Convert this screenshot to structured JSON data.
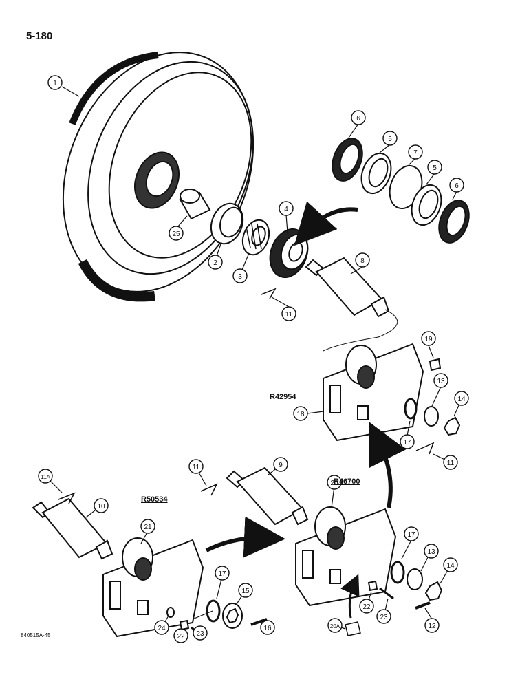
{
  "page": {
    "number": "5-180",
    "figure_code": "840515A-45"
  },
  "colors": {
    "ink": "#111111",
    "paper": "#ffffff"
  },
  "callouts": [
    {
      "id": "c1",
      "label": "1"
    },
    {
      "id": "c2",
      "label": "2"
    },
    {
      "id": "c3",
      "label": "3"
    },
    {
      "id": "c4",
      "label": "4"
    },
    {
      "id": "c5a",
      "label": "5"
    },
    {
      "id": "c5b",
      "label": "5"
    },
    {
      "id": "c6a",
      "label": "6"
    },
    {
      "id": "c6b",
      "label": "6"
    },
    {
      "id": "c7",
      "label": "7"
    },
    {
      "id": "c8",
      "label": "8"
    },
    {
      "id": "c9",
      "label": "9"
    },
    {
      "id": "c10",
      "label": "10"
    },
    {
      "id": "c11a",
      "label": "11"
    },
    {
      "id": "c11b",
      "label": "11"
    },
    {
      "id": "c11c",
      "label": "11"
    },
    {
      "id": "c11A",
      "label": "11A"
    },
    {
      "id": "c12",
      "label": "12"
    },
    {
      "id": "c13a",
      "label": "13"
    },
    {
      "id": "c13b",
      "label": "13"
    },
    {
      "id": "c14a",
      "label": "14"
    },
    {
      "id": "c14b",
      "label": "14"
    },
    {
      "id": "c15",
      "label": "15"
    },
    {
      "id": "c16",
      "label": "16"
    },
    {
      "id": "c17a",
      "label": "17"
    },
    {
      "id": "c17b",
      "label": "17"
    },
    {
      "id": "c17c",
      "label": "17"
    },
    {
      "id": "c18",
      "label": "18"
    },
    {
      "id": "c19",
      "label": "19"
    },
    {
      "id": "c20",
      "label": "20"
    },
    {
      "id": "c20A",
      "label": "20A"
    },
    {
      "id": "c21",
      "label": "21"
    },
    {
      "id": "c22a",
      "label": "22"
    },
    {
      "id": "c22b",
      "label": "22"
    },
    {
      "id": "c23a",
      "label": "23"
    },
    {
      "id": "c23b",
      "label": "23"
    },
    {
      "id": "c24",
      "label": "24"
    },
    {
      "id": "c25",
      "label": "25"
    }
  ],
  "reference_labels": {
    "r42954": "R42954",
    "r46700": "R46700",
    "r50534": "R50534"
  }
}
